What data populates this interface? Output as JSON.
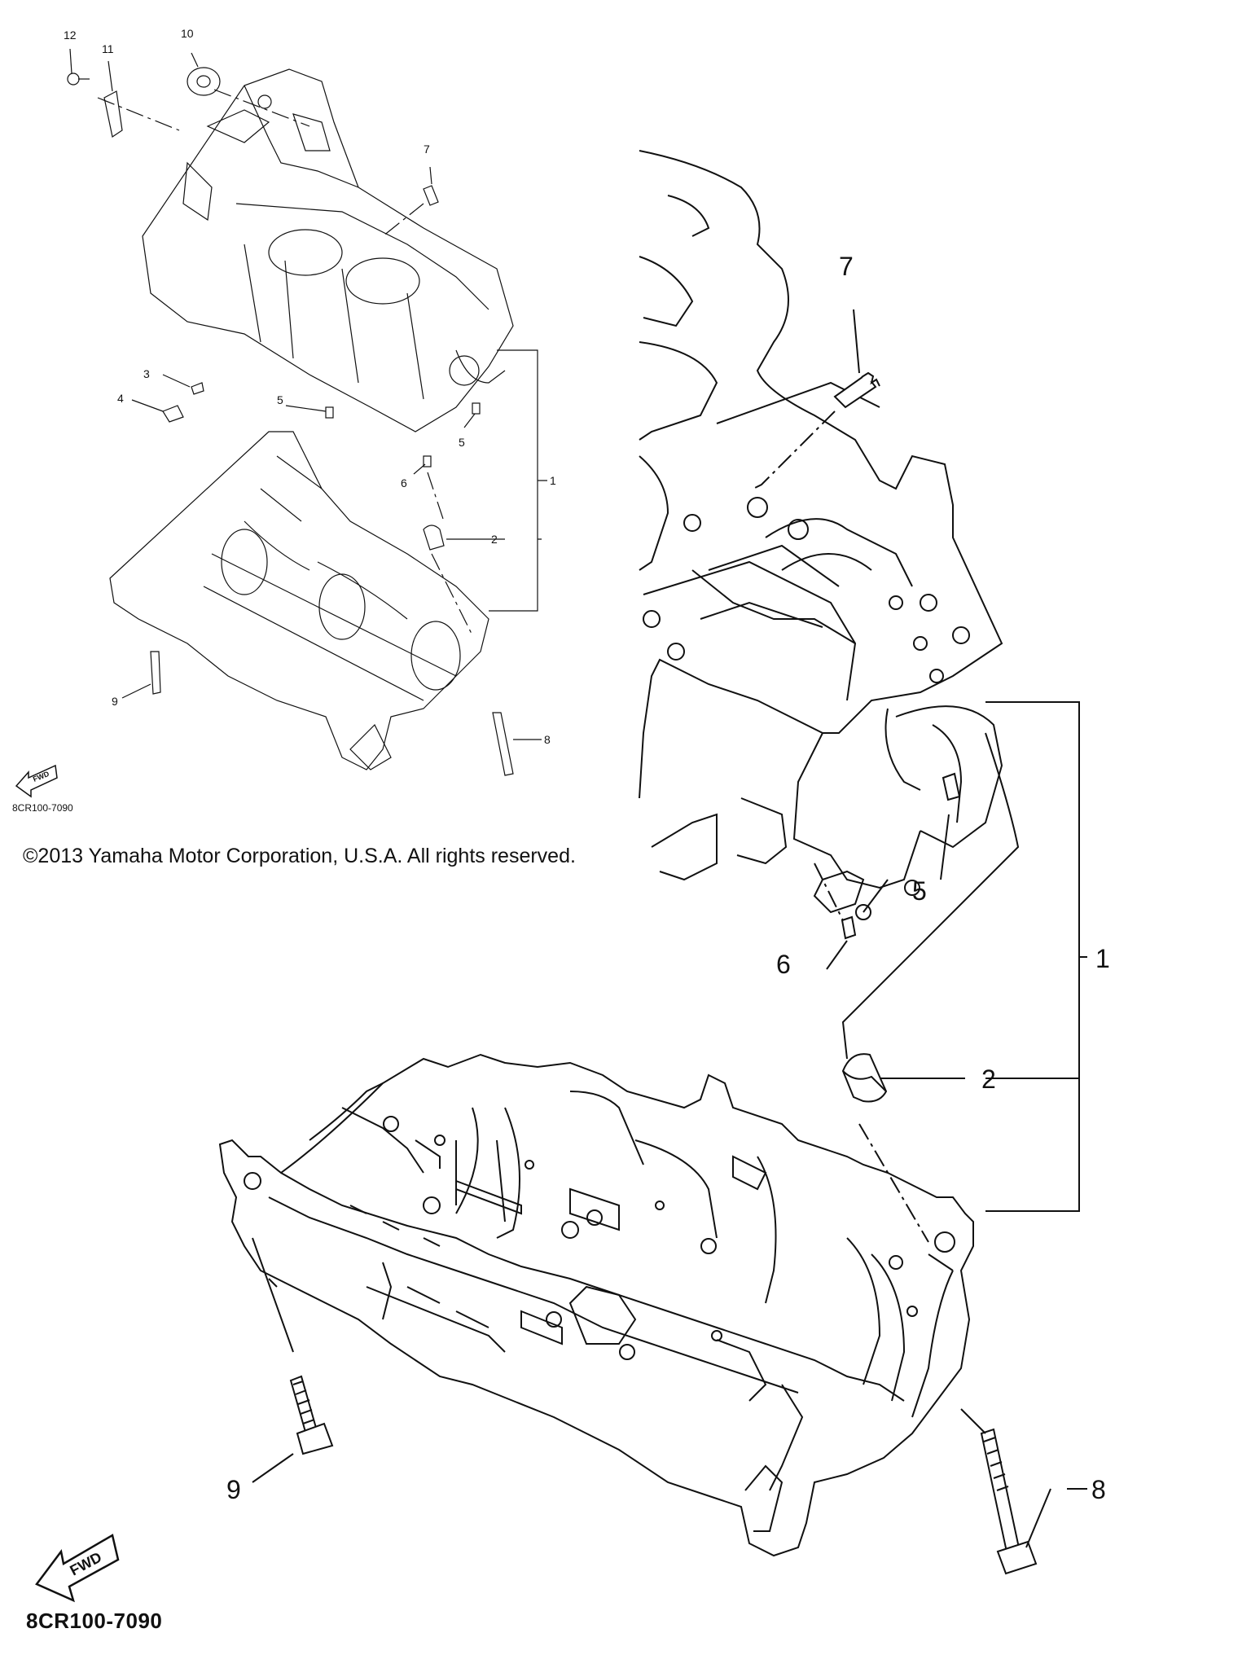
{
  "copyright": "©2013 Yamaha Motor Corporation, U.S.A. All rights reserved.",
  "diagram_code_small": "8CR100-7090",
  "diagram_code_large": "8CR100-7090",
  "fwd_label": "FWD",
  "overview_callouts": [
    "12",
    "11",
    "10",
    "7",
    "3",
    "4",
    "5",
    "5",
    "6",
    "2",
    "1",
    "9",
    "8"
  ],
  "detail_callouts": [
    "7",
    "5",
    "6",
    "1",
    "2",
    "9",
    "8"
  ]
}
